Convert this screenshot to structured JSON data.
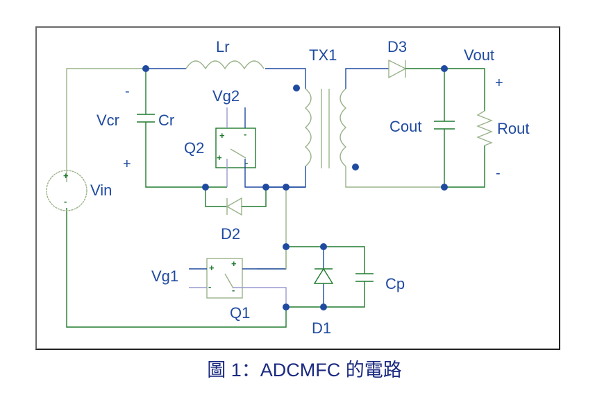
{
  "figure": {
    "caption": "圖 1：ADCMFC 的電路"
  },
  "labels": {
    "Lr": "Lr",
    "TX1": "TX1",
    "D3": "D3",
    "Vout": "Vout",
    "Vcr": "Vcr",
    "Cr": "Cr",
    "Vg2": "Vg2",
    "Q2": "Q2",
    "Vin": "Vin",
    "D2": "D2",
    "Cout": "Cout",
    "Rout": "Rout",
    "Vg1": "Vg1",
    "Q1": "Q1",
    "D1": "D1",
    "Cp": "Cp"
  },
  "polarity": {
    "cr_top": "-",
    "cr_bottom": "+",
    "vout_top": "+",
    "vout_bottom": "-",
    "plus": "+",
    "minus": "-"
  },
  "colors": {
    "wire_green": "#1e7a2e",
    "wire_blue": "#1f4aa0",
    "wire_light": "#9ab38a",
    "wire_lavender": "#9a9ad0",
    "node": "#1f4aa0",
    "label": "#1f4aa0"
  }
}
